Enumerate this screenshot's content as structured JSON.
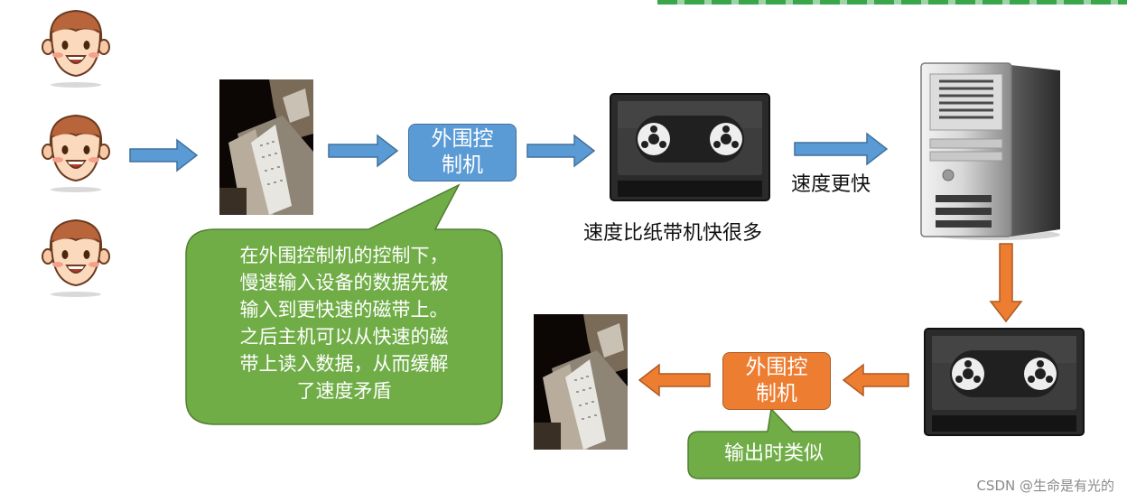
{
  "colors": {
    "blue": "#5b9bd5",
    "orange": "#ed7d31",
    "green": "#70ad47"
  },
  "icons": [
    "face-icon",
    "punched-tape-machine-photo",
    "magnetic-tape-icon",
    "computer-tower-icon"
  ],
  "nodes": {
    "controller_top": "外围控\n制机",
    "controller_bottom": "外围控\n制机"
  },
  "labels": {
    "tape_speed": "速度比纸带机快很多",
    "faster": "速度更快"
  },
  "callouts": {
    "main": "在外围控制机的控制下，\n慢速输入设备的数据先被\n输入到更快速的磁带上。\n之后主机可以从快速的磁\n带上读入数据，从而缓解\n了速度矛盾",
    "output": "输出时类似"
  },
  "watermark": "CSDN @生命是有光的"
}
